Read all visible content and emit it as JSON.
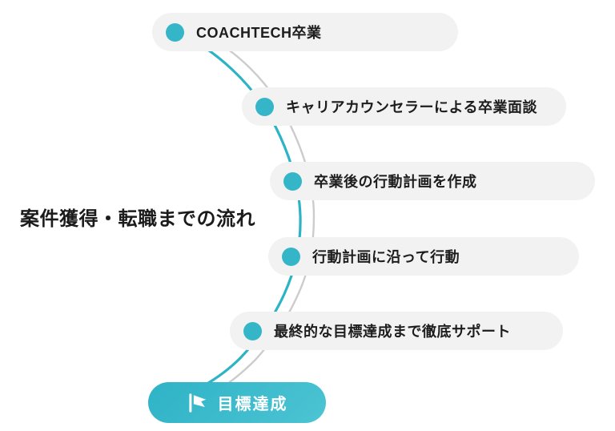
{
  "title": "案件獲得・転職までの流れ",
  "colors": {
    "teal": "#35b6c8",
    "teal_gradient_end": "#4cc4d3",
    "pill_background": "#f2f2f3",
    "connector_gray": "#cccccc",
    "text": "#1d1d1d",
    "goal_text": "#ffffff"
  },
  "steps": [
    {
      "label": "COACHTECH卒業"
    },
    {
      "label": "キャリアカウンセラーによる卒業面談"
    },
    {
      "label": "卒業後の行動計画を作成"
    },
    {
      "label": "行動計画に沿って行動"
    },
    {
      "label": "最終的な目標達成まで徹底サポート"
    }
  ],
  "goal": {
    "label": "目標達成",
    "icon": "flag-icon"
  }
}
